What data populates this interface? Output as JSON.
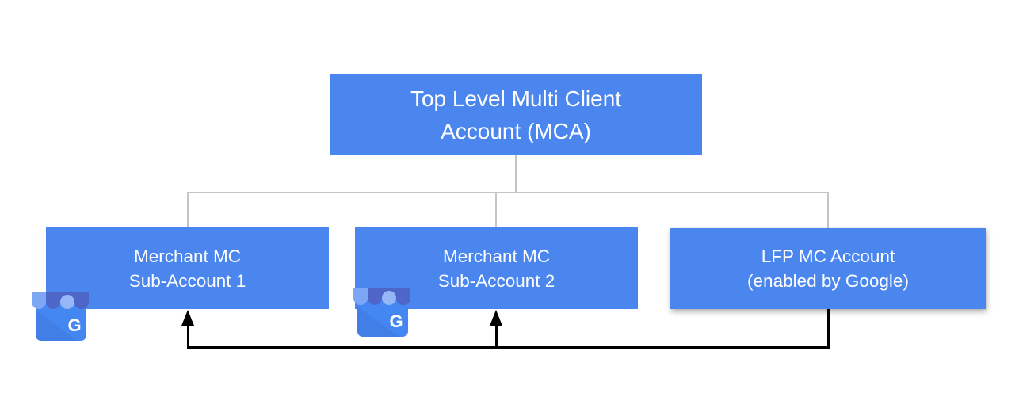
{
  "diagram": {
    "type": "org-hierarchy-flow",
    "root_box": {
      "line1": "Top Level Multi Client",
      "line2": "Account (MCA)"
    },
    "child_boxes": [
      {
        "line1": "Merchant MC",
        "line2": "Sub-Account 1"
      },
      {
        "line1": "Merchant MC",
        "line2": "Sub-Account 2"
      },
      {
        "line1": "LFP MC Account",
        "line2": "(enabled by Google)"
      }
    ],
    "icons": [
      {
        "name": "google-my-business-icon",
        "on_box": "Merchant MC Sub-Account 1"
      },
      {
        "name": "google-my-business-icon",
        "on_box": "Merchant MC Sub-Account 2"
      }
    ],
    "connections": {
      "tree": "root connects down to all three child boxes with gray lines",
      "arrows": "black line from bottom of LFP MC Account box runs left and points up into Sub-Account 1 and Sub-Account 2"
    },
    "colors": {
      "box_fill": "#4a86ee",
      "box_text": "#ffffff",
      "connector_gray": "#c5c5c5",
      "arrow_black": "#000000"
    }
  }
}
